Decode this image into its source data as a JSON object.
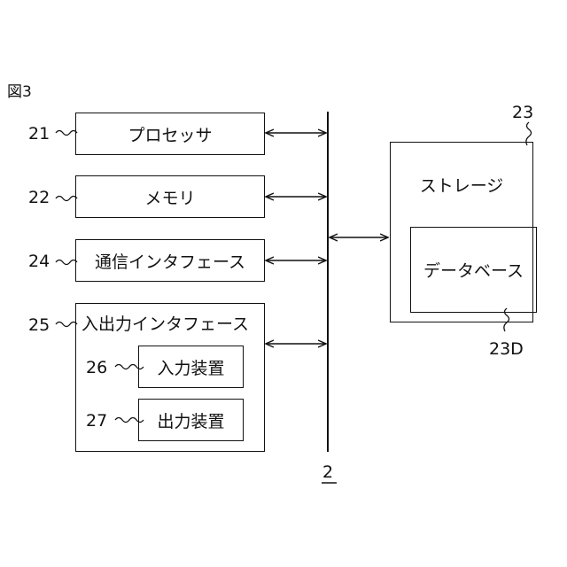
{
  "figure": {
    "label": "図3",
    "bus_ref": "2"
  },
  "blocks": [
    {
      "ref": "21",
      "label": "プロセッサ"
    },
    {
      "ref": "22",
      "label": "メモリ"
    },
    {
      "ref": "24",
      "label": "通信インタフェース"
    },
    {
      "ref": "25",
      "label": "入出力インタフェース",
      "children": [
        {
          "ref": "26",
          "label": "入力装置"
        },
        {
          "ref": "27",
          "label": "出力装置"
        }
      ]
    }
  ],
  "storage": {
    "ref": "23",
    "label": "ストレージ",
    "database": {
      "ref": "23D",
      "label": "データベース"
    }
  }
}
